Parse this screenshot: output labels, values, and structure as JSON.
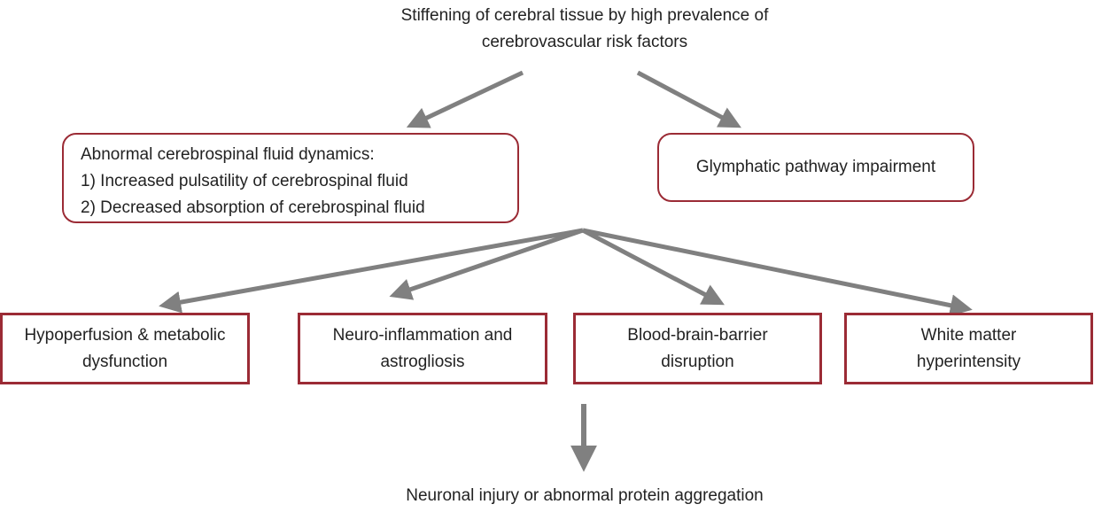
{
  "diagram": {
    "top_node": {
      "line1": "Stiffening of cerebral tissue by high prevalence of",
      "line2": "cerebrovascular risk factors"
    },
    "csf_box": {
      "line1": "Abnormal cerebrospinal fluid dynamics:",
      "line2": "1) Increased pulsatility of cerebrospinal fluid",
      "line3": "2) Decreased absorption of cerebrospinal fluid"
    },
    "glymphatic_box": {
      "label": "Glymphatic pathway impairment"
    },
    "effects": [
      {
        "line1": "Hypoperfusion & metabolic",
        "line2": "dysfunction"
      },
      {
        "line1": "Neuro-inflammation and",
        "line2": "astrogliosis"
      },
      {
        "line1": "Blood-brain-barrier",
        "line2": "disruption"
      },
      {
        "line1": "White matter",
        "line2": "hyperintensity"
      }
    ],
    "bottom_node": {
      "label": "Neuronal injury or abnormal protein aggregation"
    },
    "colors": {
      "box_border": "#9b2b35",
      "arrow": "#808080",
      "text": "#222222"
    }
  }
}
